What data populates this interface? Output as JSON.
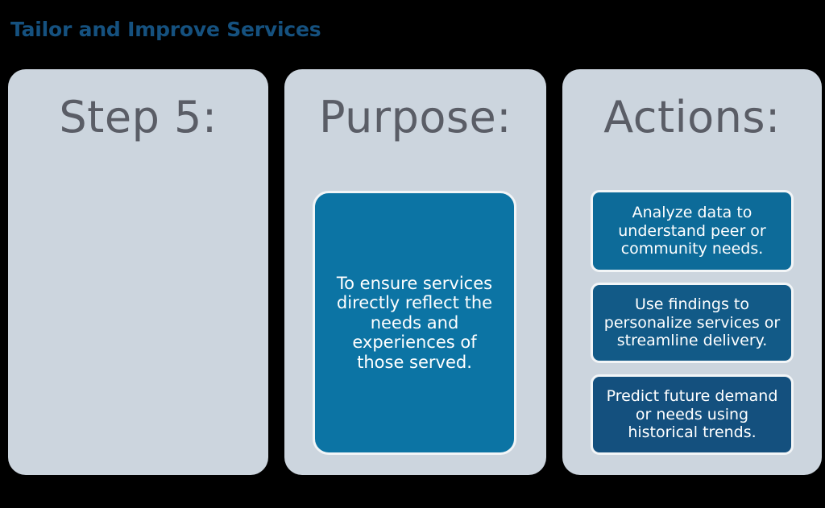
{
  "slide": {
    "title": "Tailor and Improve Services",
    "title_color": "#15517f",
    "background_color": "#000000",
    "panel_color": "#ccd5de",
    "heading_color": "#5a5d66"
  },
  "panels": {
    "step": {
      "heading": "Step 5:"
    },
    "purpose": {
      "heading": "Purpose:",
      "card": {
        "text": "To ensure services directly reflect the needs and experiences of those served.",
        "color": "#0c74a4",
        "border_color": "#f2f5f7",
        "text_color": "#ffffff"
      }
    },
    "actions": {
      "heading": "Actions:",
      "cards": [
        {
          "text": "Analyze data to understand peer or community needs.",
          "color": "#0d6b99"
        },
        {
          "text": "Use findings to personalize services or streamline delivery.",
          "color": "#125a87"
        },
        {
          "text": "Predict future demand or needs using historical trends.",
          "color": "#14507e"
        }
      ]
    }
  }
}
